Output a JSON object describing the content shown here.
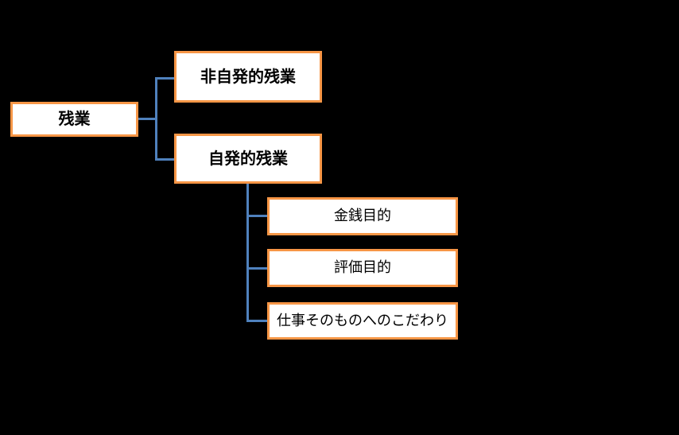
{
  "diagram": {
    "colors": {
      "background": "#000000",
      "box_fill": "#ffffff",
      "box_border": "#F79646",
      "connector": "#4F81BD",
      "text": "#000000"
    },
    "nodes": {
      "root": {
        "label": "残業"
      },
      "involuntary": {
        "label": "非自発的残業"
      },
      "voluntary": {
        "label": "自発的残業"
      },
      "money": {
        "label": "金銭目的"
      },
      "evaluation": {
        "label": "評価目的"
      },
      "work_itself": {
        "label": "仕事そのものへのこだわり"
      }
    }
  }
}
